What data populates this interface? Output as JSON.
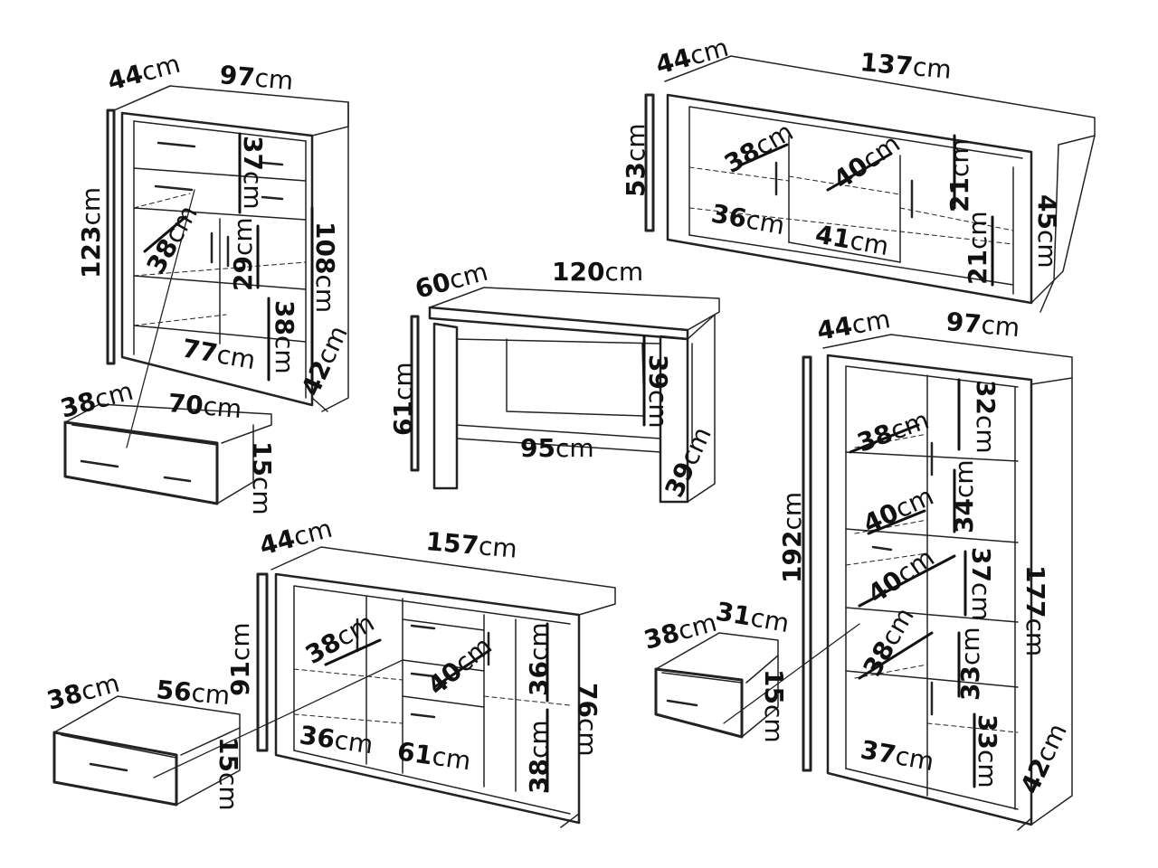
{
  "units": {
    "cm": "cm"
  },
  "chest": {
    "depth": "44",
    "width": "97",
    "height": "123",
    "inner_height": "108",
    "drawer_height": "37",
    "shelf_depth": "38",
    "door_inner_height": "29",
    "lower_inner_height": "38",
    "inner_width": "77",
    "plinth_depth": "42"
  },
  "chest_drawer": {
    "depth": "38",
    "width": "70",
    "height": "15"
  },
  "tv_unit": {
    "depth": "44",
    "width": "137",
    "height": "53",
    "inner_height": "45",
    "shelf_depth_left": "38",
    "shelf_depth_mid": "40",
    "compartment_height_top": "21",
    "compartment_height_bottom": "21",
    "left_width": "36",
    "mid_width": "41"
  },
  "table": {
    "depth": "60",
    "width": "120",
    "height": "61",
    "inner_height": "39",
    "shelf_width": "95",
    "shelf_depth": "39"
  },
  "sideboard": {
    "depth": "44",
    "width": "157",
    "height": "91",
    "inner_height": "76",
    "shelf_depth_left": "38",
    "shelf_depth_mid": "40",
    "right_top_height": "36",
    "right_bottom_height": "38",
    "left_width": "36",
    "mid_width": "61"
  },
  "sideboard_drawer": {
    "depth": "38",
    "width": "56",
    "height": "15"
  },
  "cabinet": {
    "depth": "44",
    "width": "97",
    "height": "192",
    "inner_height": "177",
    "h1": "32",
    "h2": "34",
    "h3": "37",
    "h4": "33",
    "h5": "33",
    "shelf1": "38",
    "shelf2": "40",
    "shelf3": "40",
    "shelf4": "38",
    "inner_width": "37",
    "plinth_depth": "42"
  },
  "cabinet_drawer": {
    "depth": "38",
    "width": "31",
    "height": "15"
  }
}
